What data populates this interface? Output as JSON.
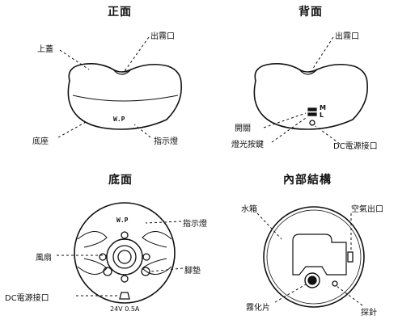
{
  "panels": {
    "front": {
      "title": "正面",
      "labels": {
        "lid": "上蓋",
        "mist_outlet": "出霧口",
        "base": "底座",
        "indicator": "指示燈"
      },
      "badge": "W.P"
    },
    "back": {
      "title": "背面",
      "labels": {
        "mist_outlet": "出霧口",
        "switch": "開關",
        "light_button": "燈光按鍵",
        "dc_port": "DC電源接口"
      },
      "switch_marks": {
        "m": "M",
        "l": "L"
      }
    },
    "bottom": {
      "title": "底面",
      "labels": {
        "indicator": "指示燈",
        "fan": "風扇",
        "foot_pad": "腳墊",
        "dc_port": "DC電源接口"
      },
      "badge": "W.P",
      "rating": "24V 0.5A"
    },
    "inside": {
      "title": "內部結構",
      "labels": {
        "tank": "水箱",
        "air_outlet": "空氣出口",
        "atomizer": "霧化片",
        "probe": "探針"
      }
    }
  }
}
